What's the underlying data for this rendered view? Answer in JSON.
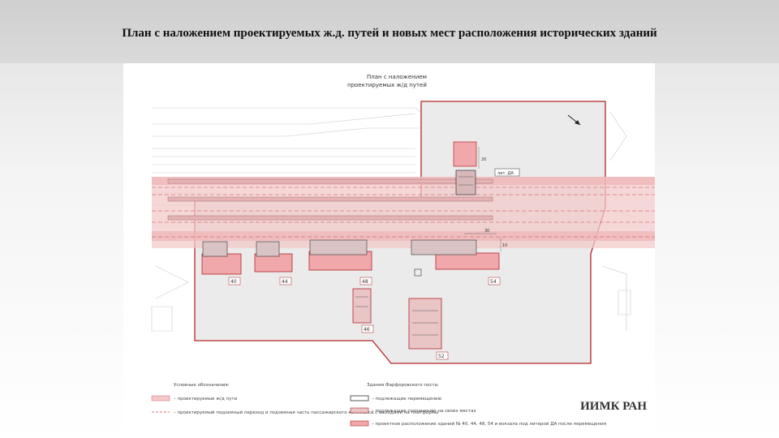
{
  "slide": {
    "title": "План с наложением проектируемых ж.д. путей и новых мест расположения исторических зданий",
    "org": "ИИМК РАН"
  },
  "plan": {
    "heading_line1": "План с наложением",
    "heading_line2": "проектируемых ж/д путей",
    "station_label": "лит. ДА",
    "building_numbers": [
      "40",
      "44",
      "48",
      "46",
      "52",
      "54"
    ],
    "dimension_labels": [
      "20",
      "30",
      "10"
    ]
  },
  "legend": {
    "left_title": "Условные обозначения:",
    "right_title": "Здания Фарфоровского поста:",
    "items_left": [
      "– проектируемые ж/д пути",
      "– проектируемый подземный переход и подземная часть пассажирского комплекса с выходами на платформы"
    ],
    "items_right": [
      "– подлежащие перемещению",
      "– подлежащие сохранению на своих местах",
      "– проектное расположение зданий № 40, 44, 48, 54 и вокзала под литерой ДА после перемещения"
    ]
  },
  "colors": {
    "boundary": "#b4252a",
    "track_band": "#f3c9ca",
    "building_fill": "#f0a8ab",
    "site_fill": "#e9e9e9"
  }
}
